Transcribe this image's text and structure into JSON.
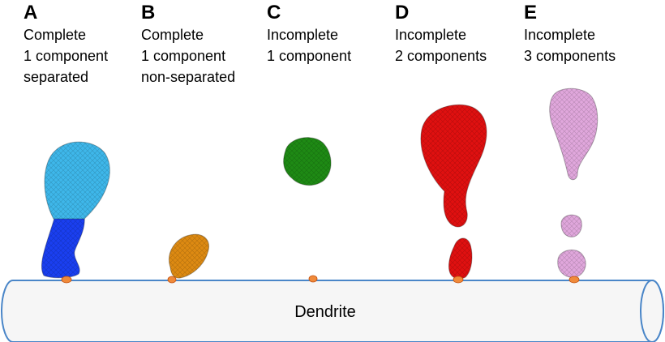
{
  "panels": [
    {
      "letter": "A",
      "lines": [
        "Complete",
        "1 component",
        "separated"
      ]
    },
    {
      "letter": "B",
      "lines": [
        "Complete",
        "1 component",
        "non-separated"
      ]
    },
    {
      "letter": "C",
      "lines": [
        "Incomplete",
        "1 component"
      ]
    },
    {
      "letter": "D",
      "lines": [
        "Incomplete",
        "2 components"
      ]
    },
    {
      "letter": "E",
      "lines": [
        "Incomplete",
        "3 components"
      ]
    }
  ],
  "dendrite": {
    "label": "Dendrite"
  },
  "colors": {
    "spine_a_head": "#3eb7ea",
    "spine_a_neck": "#1a3ff0",
    "spine_b": "#dd8a12",
    "spine_c": "#1e8a14",
    "spine_d": "#e01010",
    "spine_e": "#e0a7dc",
    "base_marker": "#f08a3a",
    "dendrite_stroke": "#4a86c8",
    "dendrite_fill": "#f6f6f6"
  }
}
